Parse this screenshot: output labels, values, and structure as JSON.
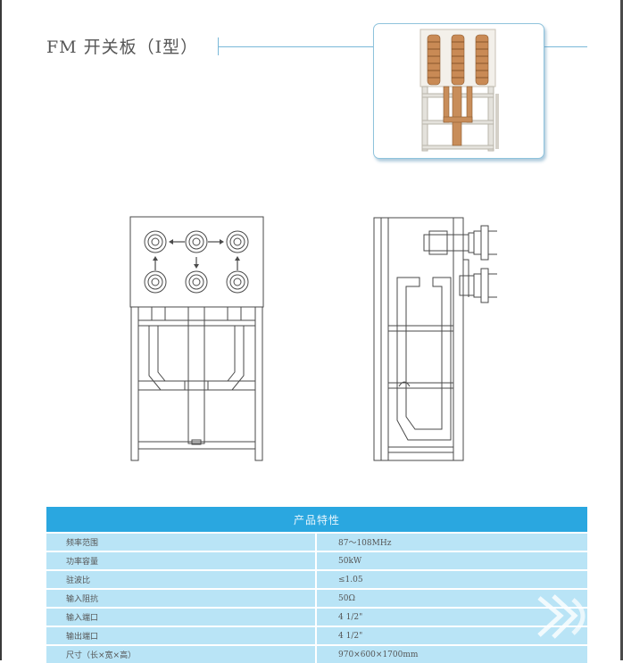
{
  "header": {
    "title": "FM 开关板（Ⅰ型）"
  },
  "images": {
    "product_photo": "product-photo",
    "front_drawing": "front-view-drawing",
    "side_drawing": "side-view-drawing"
  },
  "spec_table": {
    "title": "产品特性",
    "rows": [
      {
        "label": "频率范围",
        "value": "87～108MHz"
      },
      {
        "label": "功率容量",
        "value": "50kW"
      },
      {
        "label": "驻波比",
        "value": "≤1.05"
      },
      {
        "label": "输入阻抗",
        "value": "50Ω"
      },
      {
        "label": "输入端口",
        "value": "4 1/2\""
      },
      {
        "label": "输出端口",
        "value": "4 1/2\""
      },
      {
        "label": "尺寸（长×宽×高）",
        "value": "970×600×1700mm"
      }
    ]
  },
  "colors": {
    "table_header": "#2aa7e0",
    "table_row": "#b9e4f6",
    "accent_line": "#7ab8d8"
  }
}
